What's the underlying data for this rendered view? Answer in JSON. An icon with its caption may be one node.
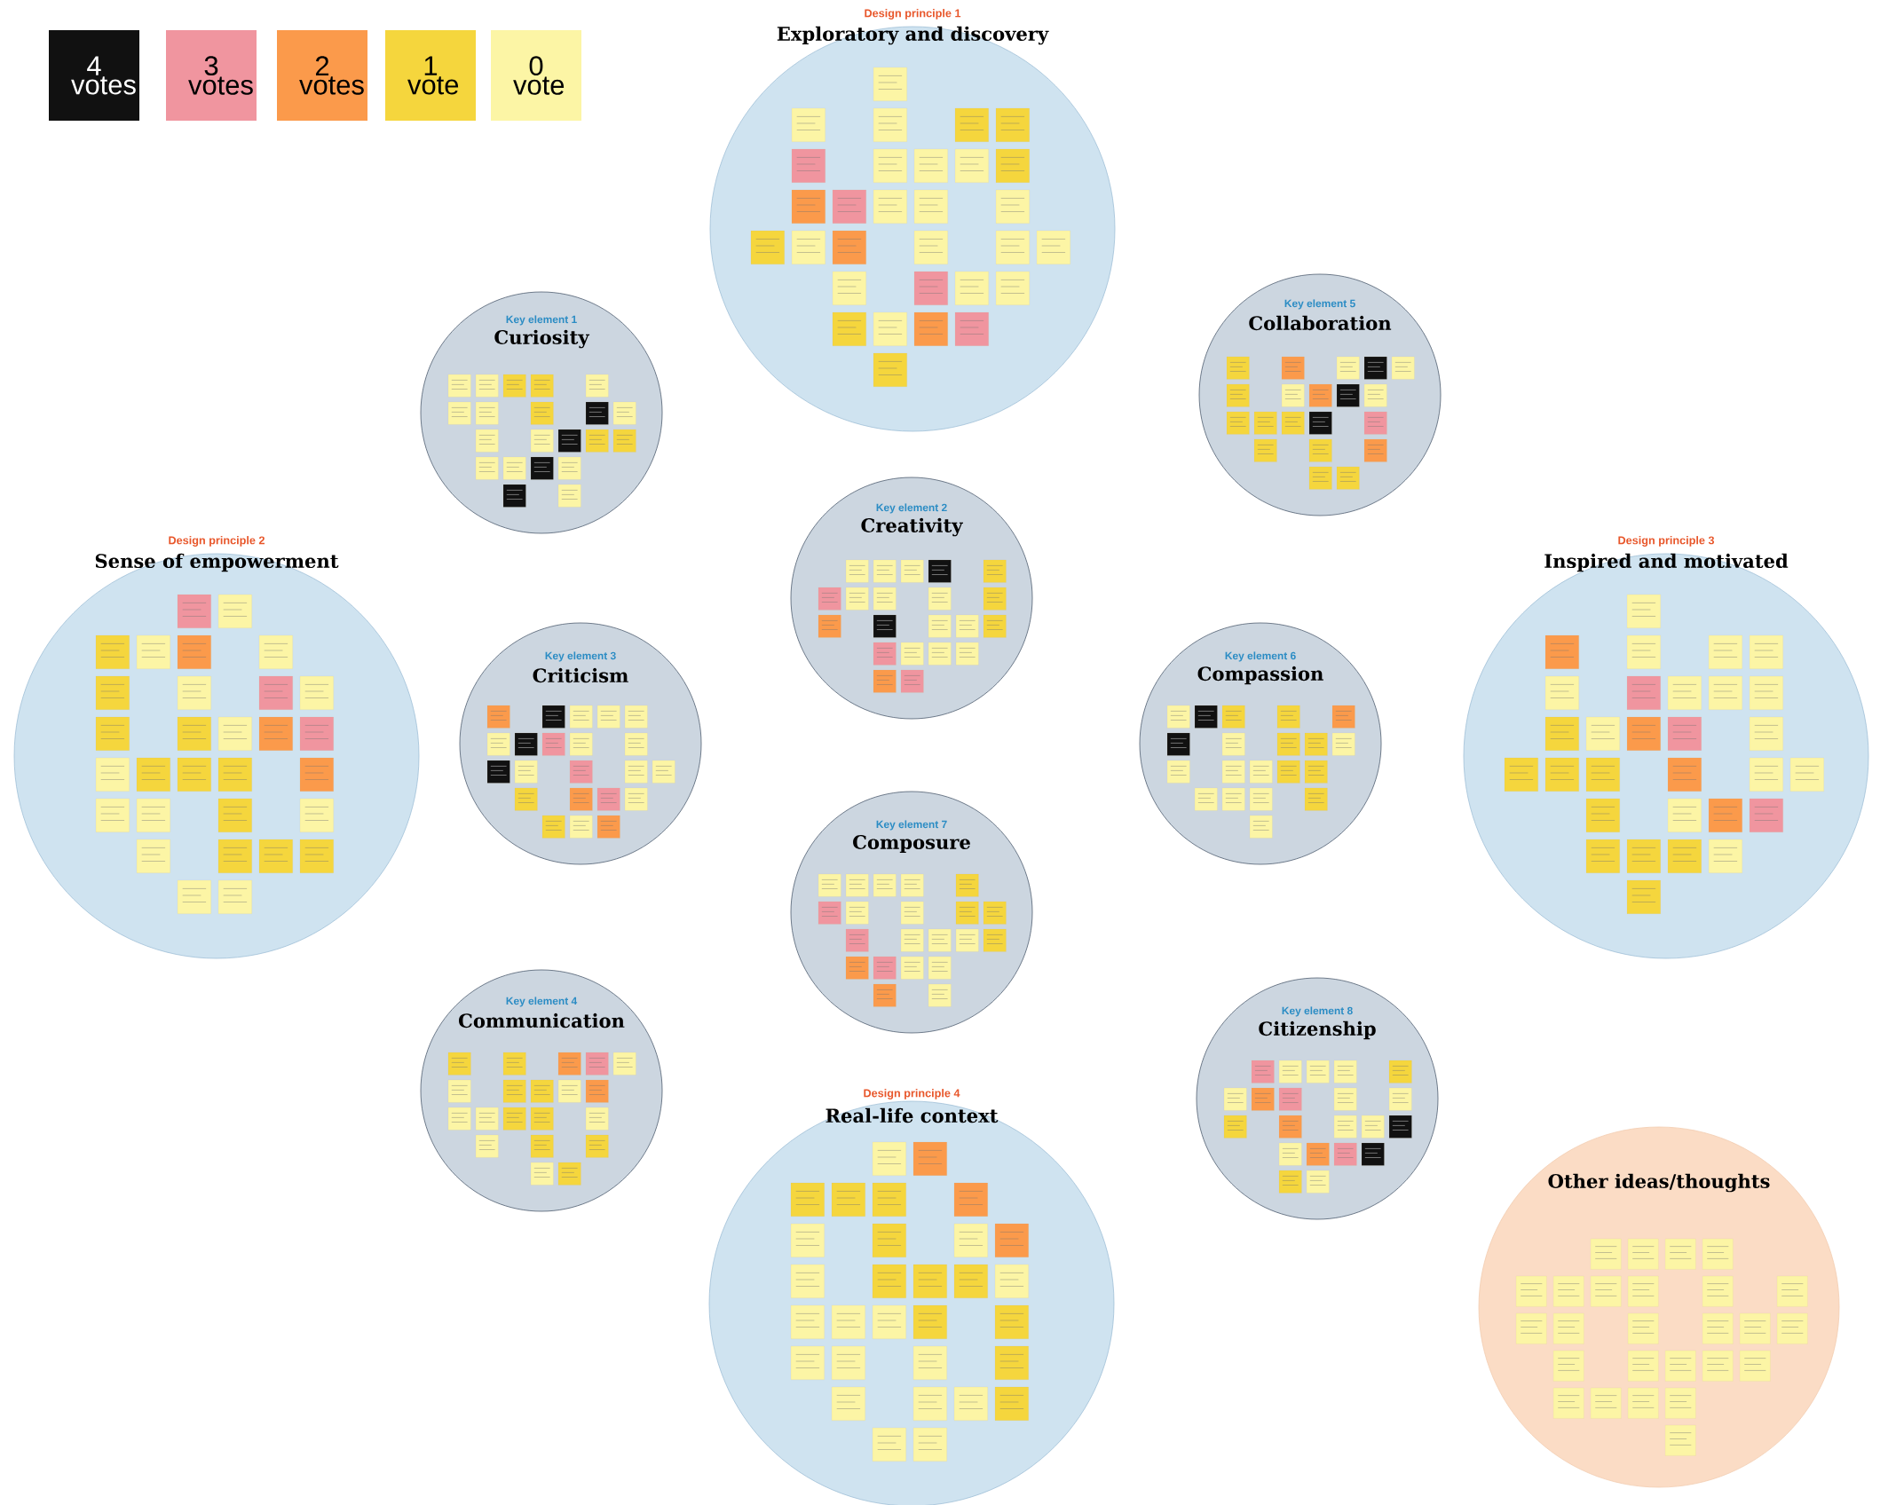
{
  "diagram": {
    "nodes": [
      {
        "text": [
          "Design principle 1",
          "Exploratory and discovery"
        ]
      },
      {
        "text": [
          "Key element 1",
          "Curiosity"
        ]
      },
      {
        "text": [
          "Key element 5",
          "Collaboration"
        ]
      },
      {
        "text": [
          "Key element 2",
          "Creativity"
        ]
      },
      {
        "text": [
          "Design principle 2",
          "Sense of empowerment"
        ]
      },
      {
        "text": [
          "Key element 3",
          "Criticism"
        ]
      },
      {
        "text": [
          "Key element 6",
          "Compassion"
        ]
      },
      {
        "text": [
          "Design principle 3",
          "Inspired and motivated"
        ]
      },
      {
        "text": [
          "Key element 7",
          "Composure"
        ]
      },
      {
        "text": [
          "Key element 4",
          "Communication"
        ]
      },
      {
        "text": [
          "Key element 8",
          "Citizenship"
        ]
      },
      {
        "text": [
          "Design principle 4",
          "Real-life context"
        ]
      },
      {
        "text": [
          "Other ideas/thoughts"
        ]
      }
    ],
    "edges": [],
    "legend": [
      {
        "text": "4 votes",
        "color": "#111111"
      },
      {
        "text": "3 votes",
        "color": "#f0959f"
      },
      {
        "text": "2 votes",
        "color": "#fb9a4b"
      },
      {
        "text": "1 vote",
        "color": "#f5d63d"
      },
      {
        "text": "0 vote",
        "color": "#fcf5a5"
      }
    ]
  }
}
